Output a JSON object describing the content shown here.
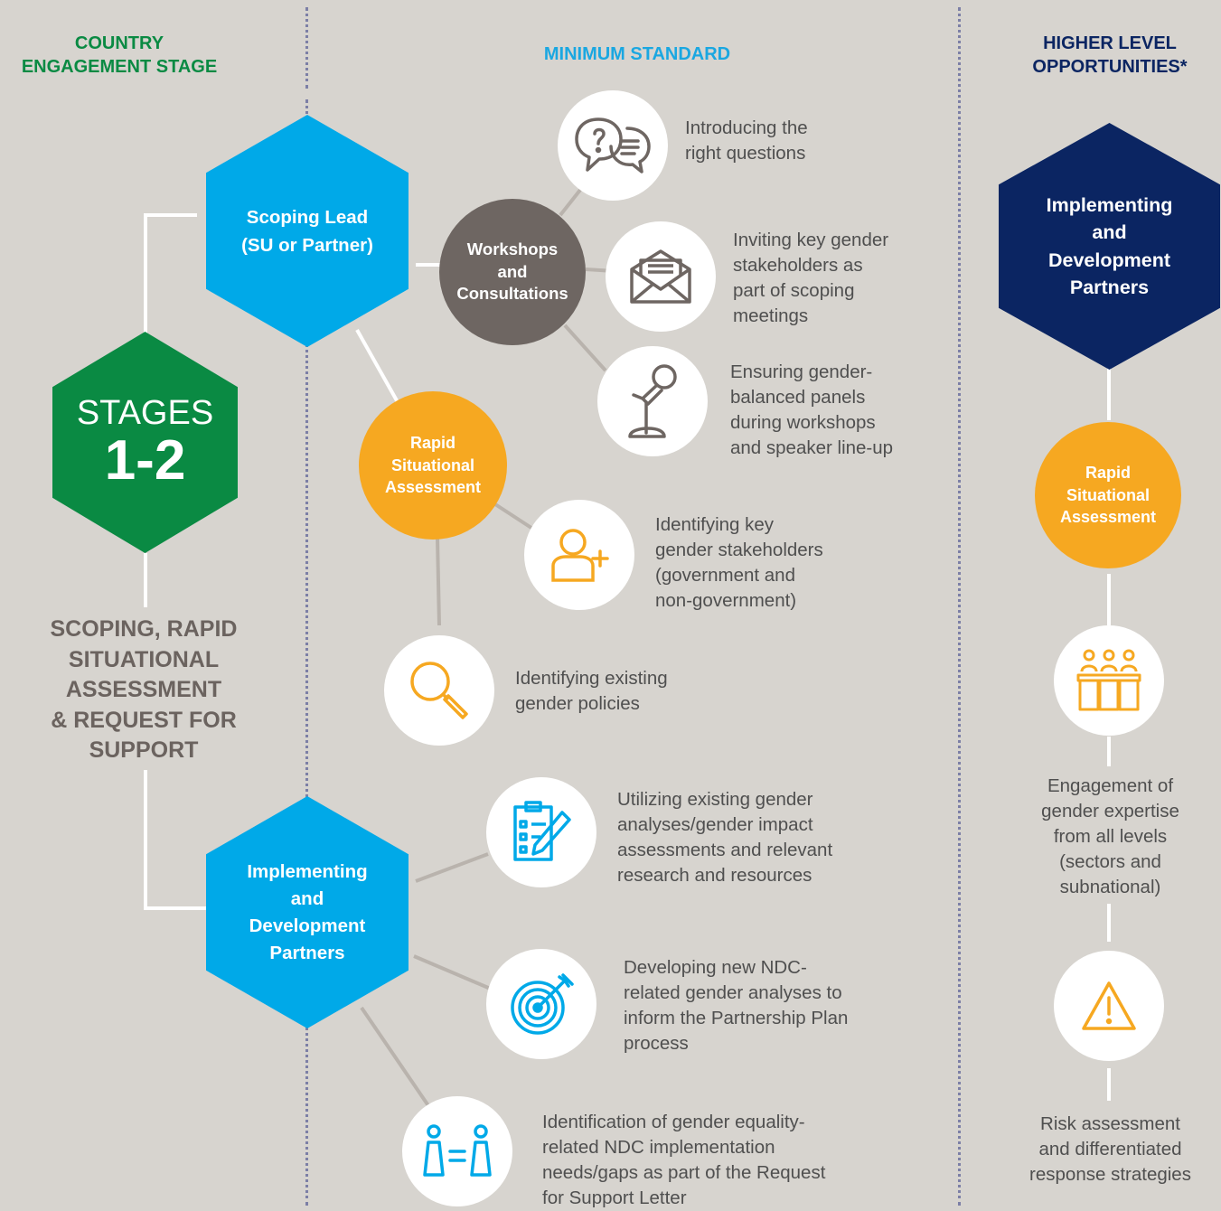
{
  "colors": {
    "background": "#d7d4cf",
    "green": "#0a8a43",
    "blue": "#00a9e8",
    "orange": "#f6a821",
    "navy": "#0b2562",
    "brown": "#6e6662",
    "text": "#4f4f4f",
    "stage_text": "#6b635f"
  },
  "headers": {
    "left": "COUNTRY\nENGAGEMENT STAGE",
    "middle": "MINIMUM STANDARD",
    "right": "HIGHER LEVEL\nOPPORTUNITIES*"
  },
  "stage": {
    "word": "STAGES",
    "number": "1-2",
    "description": "SCOPING, RAPID\nSITUATIONAL\nASSESSMENT\n& REQUEST FOR\nSUPPORT"
  },
  "nodes": {
    "scoping_lead": "Scoping Lead\n(SU or Partner)",
    "workshops": "Workshops\nand\nConsultations",
    "rapid_assessment": "Rapid\nSituational\nAssessment",
    "implementing_partners": "Implementing\nand\nDevelopment\nPartners"
  },
  "items": {
    "questions": {
      "icon": "speech-bubbles-icon",
      "label": "Introducing the\nright questions"
    },
    "inviting": {
      "icon": "envelope-icon",
      "label": "Inviting key gender\nstakeholders as\npart of scoping\nmeetings"
    },
    "panels": {
      "icon": "microphone-icon",
      "label": "Ensuring gender-\nbalanced panels\nduring workshops\nand speaker line-up"
    },
    "stakeholders": {
      "icon": "add-user-icon",
      "label": "Identifying key\ngender stakeholders\n(government and\nnon-government)"
    },
    "policies": {
      "icon": "magnifier-icon",
      "label": "Identifying existing\ngender policies"
    },
    "analyses": {
      "icon": "checklist-icon",
      "label": "Utilizing existing gender\nanalyses/gender impact\nassessments and relevant\nresearch and resources"
    },
    "new_analyses": {
      "icon": "target-icon",
      "label": "Developing new NDC-\nrelated gender analyses to\ninform the Partnership Plan\nprocess"
    },
    "needs": {
      "icon": "equality-icon",
      "label": "Identification of gender equality-\nrelated NDC implementation\nneeds/gaps as part of the Request\nfor Support Letter"
    }
  },
  "higher": {
    "partners": "Implementing\nand\nDevelopment\nPartners",
    "rapid_assessment": "Rapid\nSituational\nAssessment",
    "expertise": {
      "icon": "panel-people-icon",
      "label": "Engagement of\ngender expertise\nfrom all levels\n(sectors and\nsubnational)"
    },
    "risk": {
      "icon": "warning-icon",
      "label": "Risk assessment\nand differentiated\nresponse strategies"
    }
  }
}
